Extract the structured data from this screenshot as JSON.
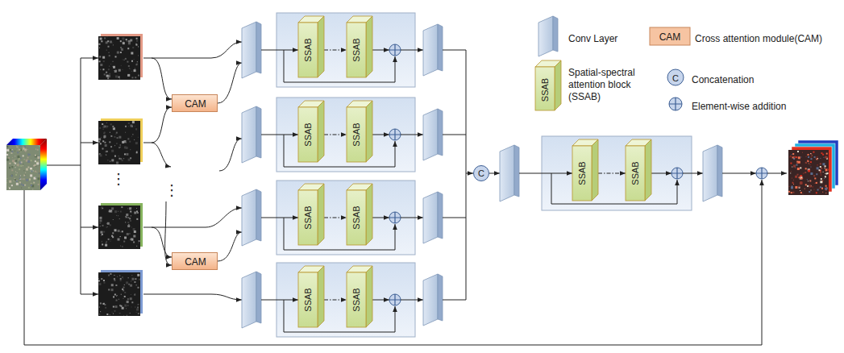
{
  "diagram": {
    "nodes": [
      {
        "text": [
          "CAM"
        ]
      },
      {
        "text": [
          "SSAB"
        ]
      },
      {
        "text": [
          "SSAB"
        ]
      },
      {
        "text": [
          "SSAB"
        ]
      },
      {
        "text": [
          "SSAB"
        ]
      },
      {
        "text": [
          "CAM"
        ]
      },
      {
        "text": [
          "SSAB"
        ]
      },
      {
        "text": [
          "SSAB"
        ]
      },
      {
        "text": [
          "SSAB"
        ]
      },
      {
        "text": [
          "SSAB"
        ]
      },
      {
        "text": [
          "C"
        ]
      },
      {
        "text": [
          "SSAB"
        ]
      },
      {
        "text": [
          "SSAB"
        ]
      }
    ],
    "edges": [
      {
        "from": 1,
        "to": 2,
        "arrow": "to"
      },
      {
        "from": 3,
        "to": 4,
        "arrow": "to"
      },
      {
        "from": 6,
        "to": 7,
        "arrow": "to"
      },
      {
        "from": 8,
        "to": 9,
        "arrow": "to"
      },
      {
        "from": 11,
        "to": 12,
        "arrow": "to"
      }
    ],
    "labels": [
      "⋮",
      "⋮",
      "CAM",
      "SSAB",
      "C"
    ],
    "legend": [
      {
        "text": "Conv Layer"
      },
      {
        "text": "Cross attention module(CAM)"
      },
      {
        "text": "Spatial-spectral attention block (SSAB)"
      },
      {
        "text": "Concatenation"
      },
      {
        "text": "Element-wise addition"
      }
    ]
  }
}
